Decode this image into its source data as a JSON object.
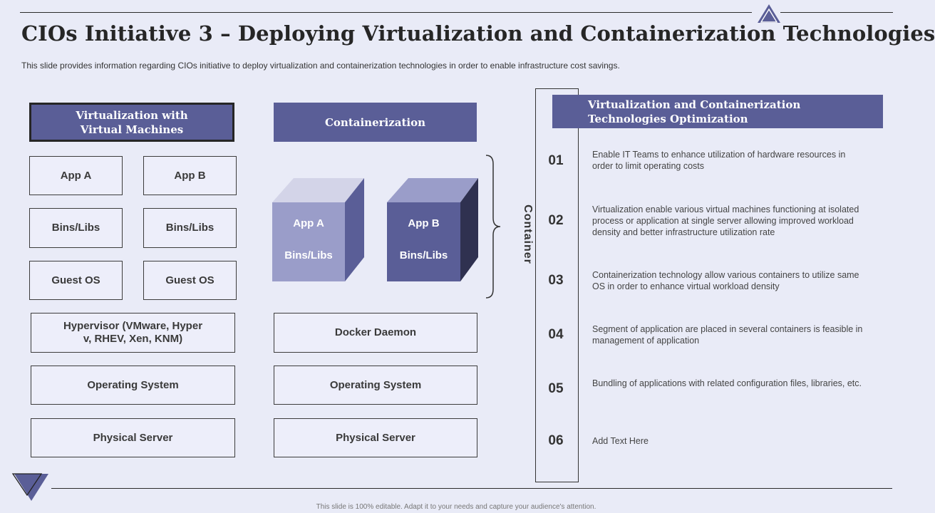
{
  "title": "CIOs Initiative 3 – Deploying Virtualization and Containerization Technologies",
  "subtitle": "This slide provides information regarding CIOs initiative to deploy virtualization and containerization technologies in order to enable infrastructure cost savings.",
  "footer": "This slide is 100% editable. Adapt it to your needs and capture your audience's attention.",
  "vm": {
    "header": "Virtualization with\nVirtual Machines",
    "app_a": "App A",
    "app_b": "App B",
    "bins_a": "Bins/Libs",
    "bins_b": "Bins/Libs",
    "guest_a": "Guest OS",
    "guest_b": "Guest OS",
    "hypervisor": "Hypervisor (VMware, Hyper\nv, RHEV, Xen, KNM)",
    "os": "Operating System",
    "server": "Physical Server"
  },
  "containerization": {
    "header": "Containerization",
    "cube_a_app": "App A",
    "cube_a_bins": "Bins/Libs",
    "cube_b_app": "App B",
    "cube_b_bins": "Bins/Libs",
    "container_label": "Container",
    "daemon": "Docker Daemon",
    "os": "Operating System",
    "server": "Physical Server"
  },
  "optimization": {
    "header": "Virtualization and Containerization\nTechnologies Optimization",
    "items": [
      {
        "num": "01",
        "text": "Enable IT Teams to enhance utilization of hardware resources in order to limit operating costs"
      },
      {
        "num": "02",
        "text": "Virtualization enable various virtual machines functioning at isolated process or application at single server allowing improved workload density and better infrastructure utilization rate"
      },
      {
        "num": "03",
        "text": "Containerization technology allow various containers to utilize same OS in order to enhance virtual workload density"
      },
      {
        "num": "04",
        "text": "Segment of application are placed in several containers is feasible in management of application"
      },
      {
        "num": "05",
        "text": "Bundling of applications with related configuration files, libraries, etc."
      },
      {
        "num": "06",
        "text": "Add Text Here"
      }
    ]
  },
  "colors": {
    "accent": "#5a5e97",
    "background": "#e9ebf7"
  }
}
